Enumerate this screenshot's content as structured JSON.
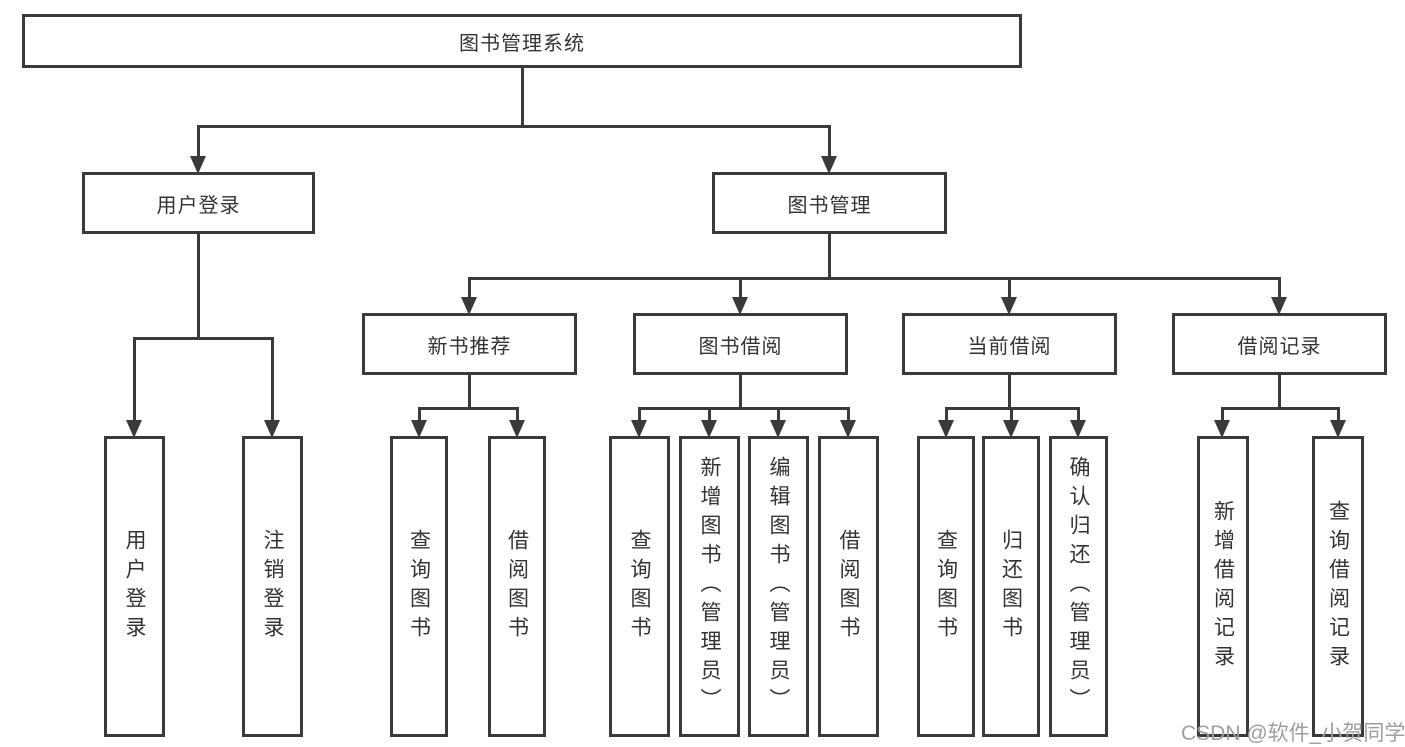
{
  "diagram": {
    "root": {
      "label": "图书管理系统"
    },
    "level1": {
      "user_login": "用户登录",
      "book_management": "图书管理"
    },
    "level2": {
      "new_book_recommend": "新书推荐",
      "book_borrow": "图书借阅",
      "current_borrow": "当前借阅",
      "borrow_records": "借阅记录"
    },
    "leaves": {
      "user_login": [
        "用户登录",
        "注销登录"
      ],
      "new_book_recommend": [
        "查询图书",
        "借阅图书"
      ],
      "book_borrow": [
        "查询图书",
        "新增图书（管理员）",
        "编辑图书（管理员）",
        "借阅图书"
      ],
      "current_borrow": [
        "查询图书",
        "归还图书",
        "确认归还（管理员）"
      ],
      "borrow_records": [
        "新增借阅记录",
        "查询借阅记录"
      ]
    },
    "colors": {
      "line": "#3a3a3a",
      "text": "#333333",
      "watermark": "#9e9e9e",
      "background": "#ffffff"
    }
  },
  "watermark": {
    "text": "CSDN @软件_小贺同学"
  }
}
